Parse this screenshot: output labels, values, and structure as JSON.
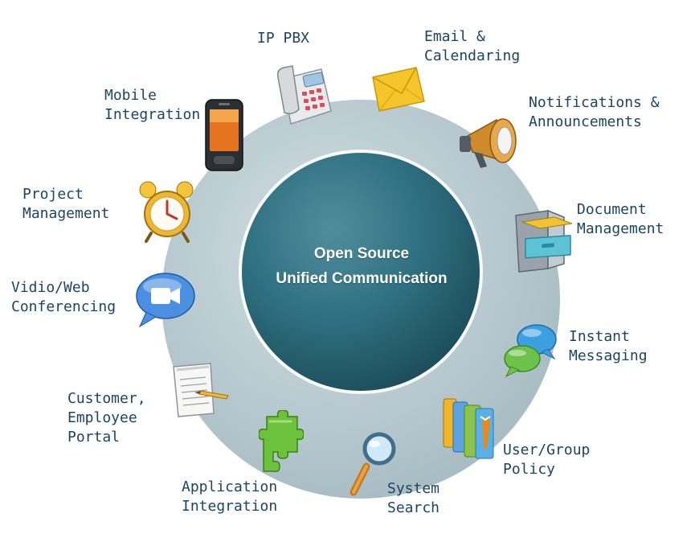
{
  "center": {
    "line1": "Open Source",
    "line2": "Unified Communication"
  },
  "colors": {
    "outer_disk": "#b4c7cc",
    "inner_disk": "#2d6d7d",
    "label_text": "#1b4563"
  },
  "items": [
    {
      "id": "ip-pbx",
      "icon": "desk-phone-icon",
      "lines": [
        "IP PBX"
      ]
    },
    {
      "id": "email",
      "icon": "envelope-icon",
      "lines": [
        "Email &",
        "Calendaring"
      ]
    },
    {
      "id": "notifications",
      "icon": "megaphone-icon",
      "lines": [
        "Notifications &",
        "Announcements"
      ]
    },
    {
      "id": "document",
      "icon": "file-cabinet-icon",
      "lines": [
        "Document",
        "Management"
      ]
    },
    {
      "id": "instant-messaging",
      "icon": "chat-bubbles-icon",
      "lines": [
        "Instant",
        "Messaging"
      ]
    },
    {
      "id": "user-group",
      "icon": "users-icon",
      "lines": [
        "User/Group",
        "Policy"
      ]
    },
    {
      "id": "system-search",
      "icon": "magnifier-icon",
      "lines": [
        "System",
        "Search"
      ]
    },
    {
      "id": "application-integration",
      "icon": "puzzle-icon",
      "lines": [
        "Application",
        "Integration"
      ]
    },
    {
      "id": "portal",
      "icon": "notepad-icon",
      "lines": [
        "Customer,",
        "Employee",
        "Portal"
      ]
    },
    {
      "id": "conferencing",
      "icon": "video-camera-icon",
      "lines": [
        "Vidio/Web",
        "Conferencing"
      ]
    },
    {
      "id": "project",
      "icon": "alarm-clock-icon",
      "lines": [
        "Project",
        "Management"
      ]
    },
    {
      "id": "mobile",
      "icon": "mobile-phone-icon",
      "lines": [
        "Mobile",
        "Integration"
      ]
    }
  ]
}
